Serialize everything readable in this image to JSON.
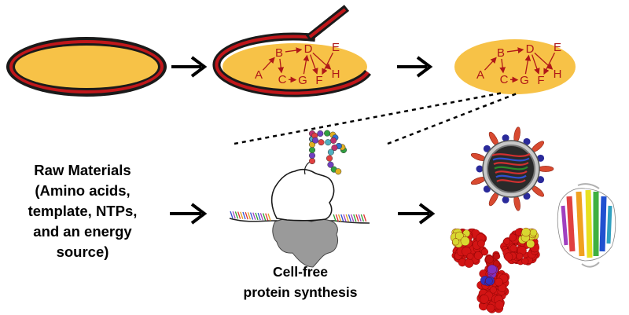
{
  "pathway_labels": [
    "A",
    "B",
    "C",
    "D",
    "E",
    "F",
    "G",
    "H"
  ],
  "raw_materials_lines": [
    "Raw Materials",
    "(Amino acids,",
    "template, NTPs,",
    "and an energy",
    "source)"
  ],
  "cell_free_lines": [
    "Cell-free",
    "protein synthesis"
  ],
  "products": [
    "virus-particle",
    "beta-barrel-protein",
    "antibody"
  ],
  "colors": {
    "cell_fill": "#f7c247",
    "membrane_red": "#c0161a",
    "outline": "#1a1a1a",
    "label_red": "#b01818"
  }
}
